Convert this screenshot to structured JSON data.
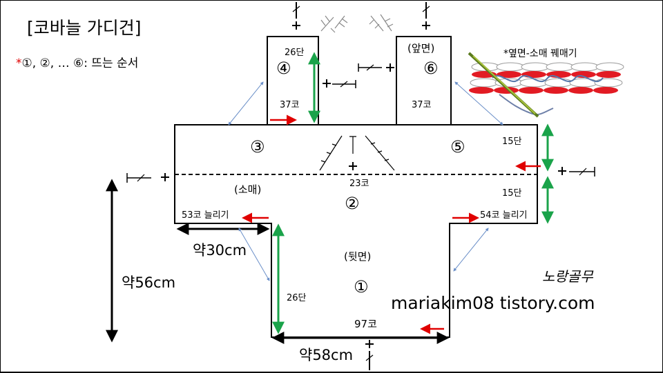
{
  "title": "[코바늘 가디건]",
  "legend": {
    "asterisk": "*",
    "text": "①, ②, …  ⑥: 뜨는 순서"
  },
  "pieces": {
    "p1": {
      "num": "①",
      "note": "(뒷면)",
      "width_stitches": "97코",
      "height_rows": "26단"
    },
    "p2": {
      "num": "②",
      "note": "(소매)",
      "left_increase": "53코 늘리기",
      "right_increase": "54코 늘리기",
      "rows": "15단"
    },
    "p3": {
      "num": "③"
    },
    "p4": {
      "num": "④",
      "rows": "26단",
      "stitches": "37코"
    },
    "p5": {
      "num": "⑤",
      "rows": "15단"
    },
    "p6": {
      "num": "⑥",
      "note": "(앞면)",
      "stitches": "37코"
    }
  },
  "neck_stitches": "23코",
  "measurements": {
    "sleeve": "약30cm",
    "body_length": "약56cm",
    "body_width": "약58cm"
  },
  "side_seam_note": "*옆면-소매 꿰매기",
  "brand": "노랑골무",
  "site": "mariakim08 tistory.com",
  "colors": {
    "row_arrow": "#1aa34a",
    "direction_arrow": "#e00000",
    "seam_guide": "#6a8fc8",
    "outline": "#000000"
  },
  "icons": [
    "yarn-tail-marker",
    "stitch-marker-plus",
    "needle-and-yarn"
  ]
}
